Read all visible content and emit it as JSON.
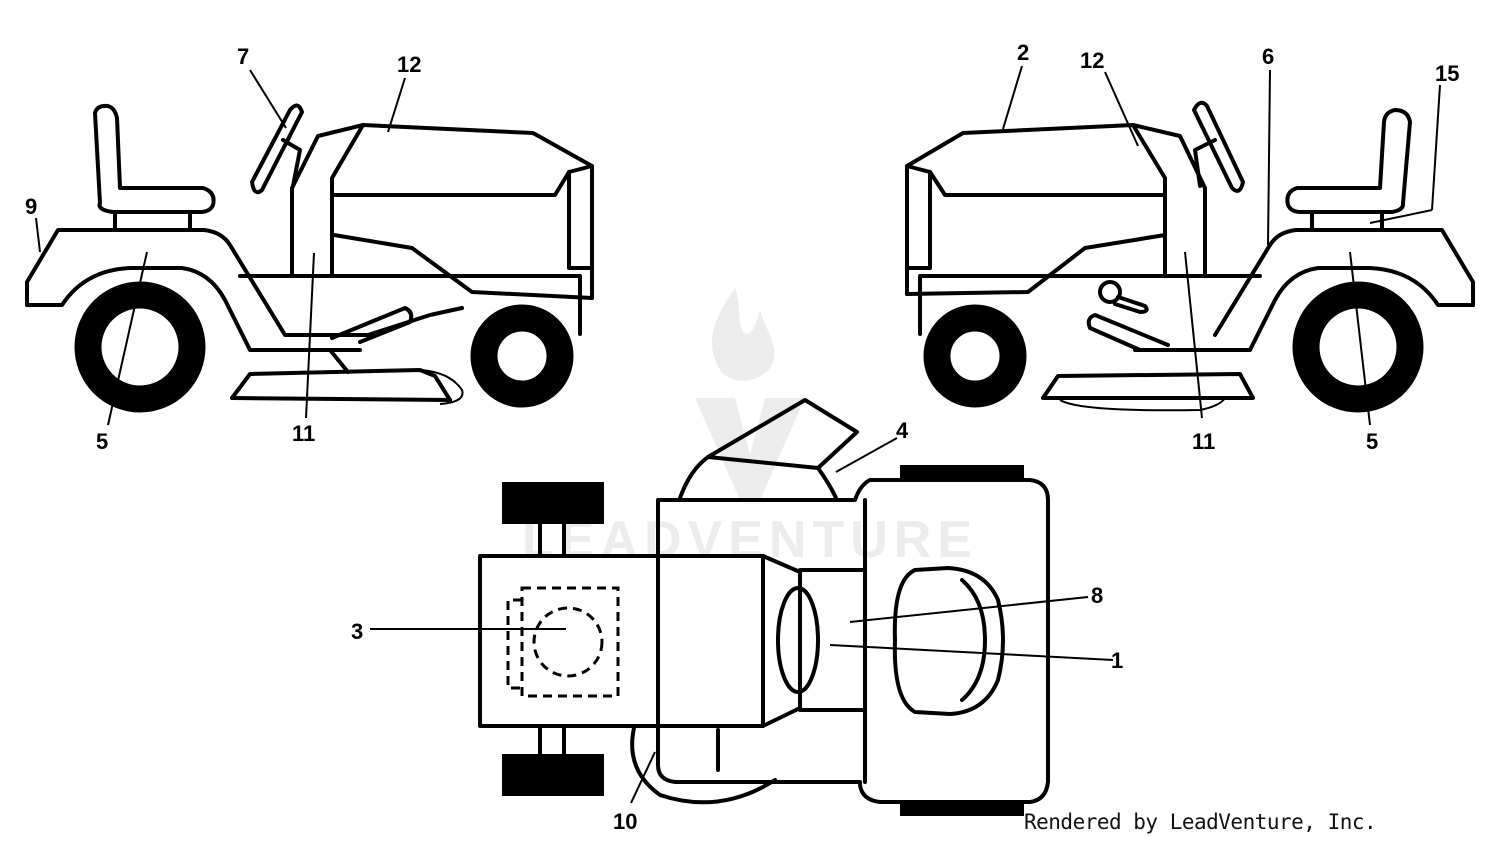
{
  "diagram": {
    "watermark_text": "LEADVENTURE",
    "credit": "Rendered by LeadVenture, Inc.",
    "callouts": {
      "left_view": [
        "7",
        "12",
        "9",
        "5",
        "11"
      ],
      "right_view": [
        "2",
        "12",
        "6",
        "15",
        "11",
        "5"
      ],
      "top_view": [
        "4",
        "8",
        "3",
        "1",
        "10"
      ]
    }
  }
}
